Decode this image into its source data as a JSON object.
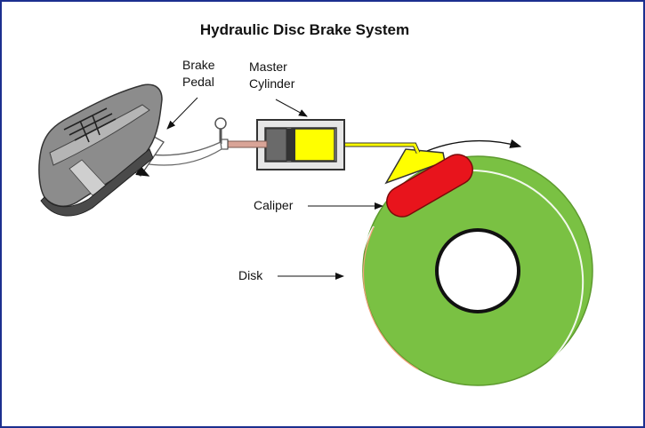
{
  "title": "Hydraulic Disc Brake System",
  "labels": {
    "brake_line1": "Brake",
    "brake_line2": "Pedal",
    "master_line1": "Master",
    "master_line2": "Cylinder",
    "caliper": "Caliper",
    "disk": "Disk"
  },
  "colors": {
    "frame": "#1c2f8f",
    "disk_green": "#7ac143",
    "caliper_red": "#e8141c",
    "piston_yellow": "#ffff00",
    "cylinder_gray": "#e6e6e6",
    "shoe_gray": "#6a6a6a"
  }
}
